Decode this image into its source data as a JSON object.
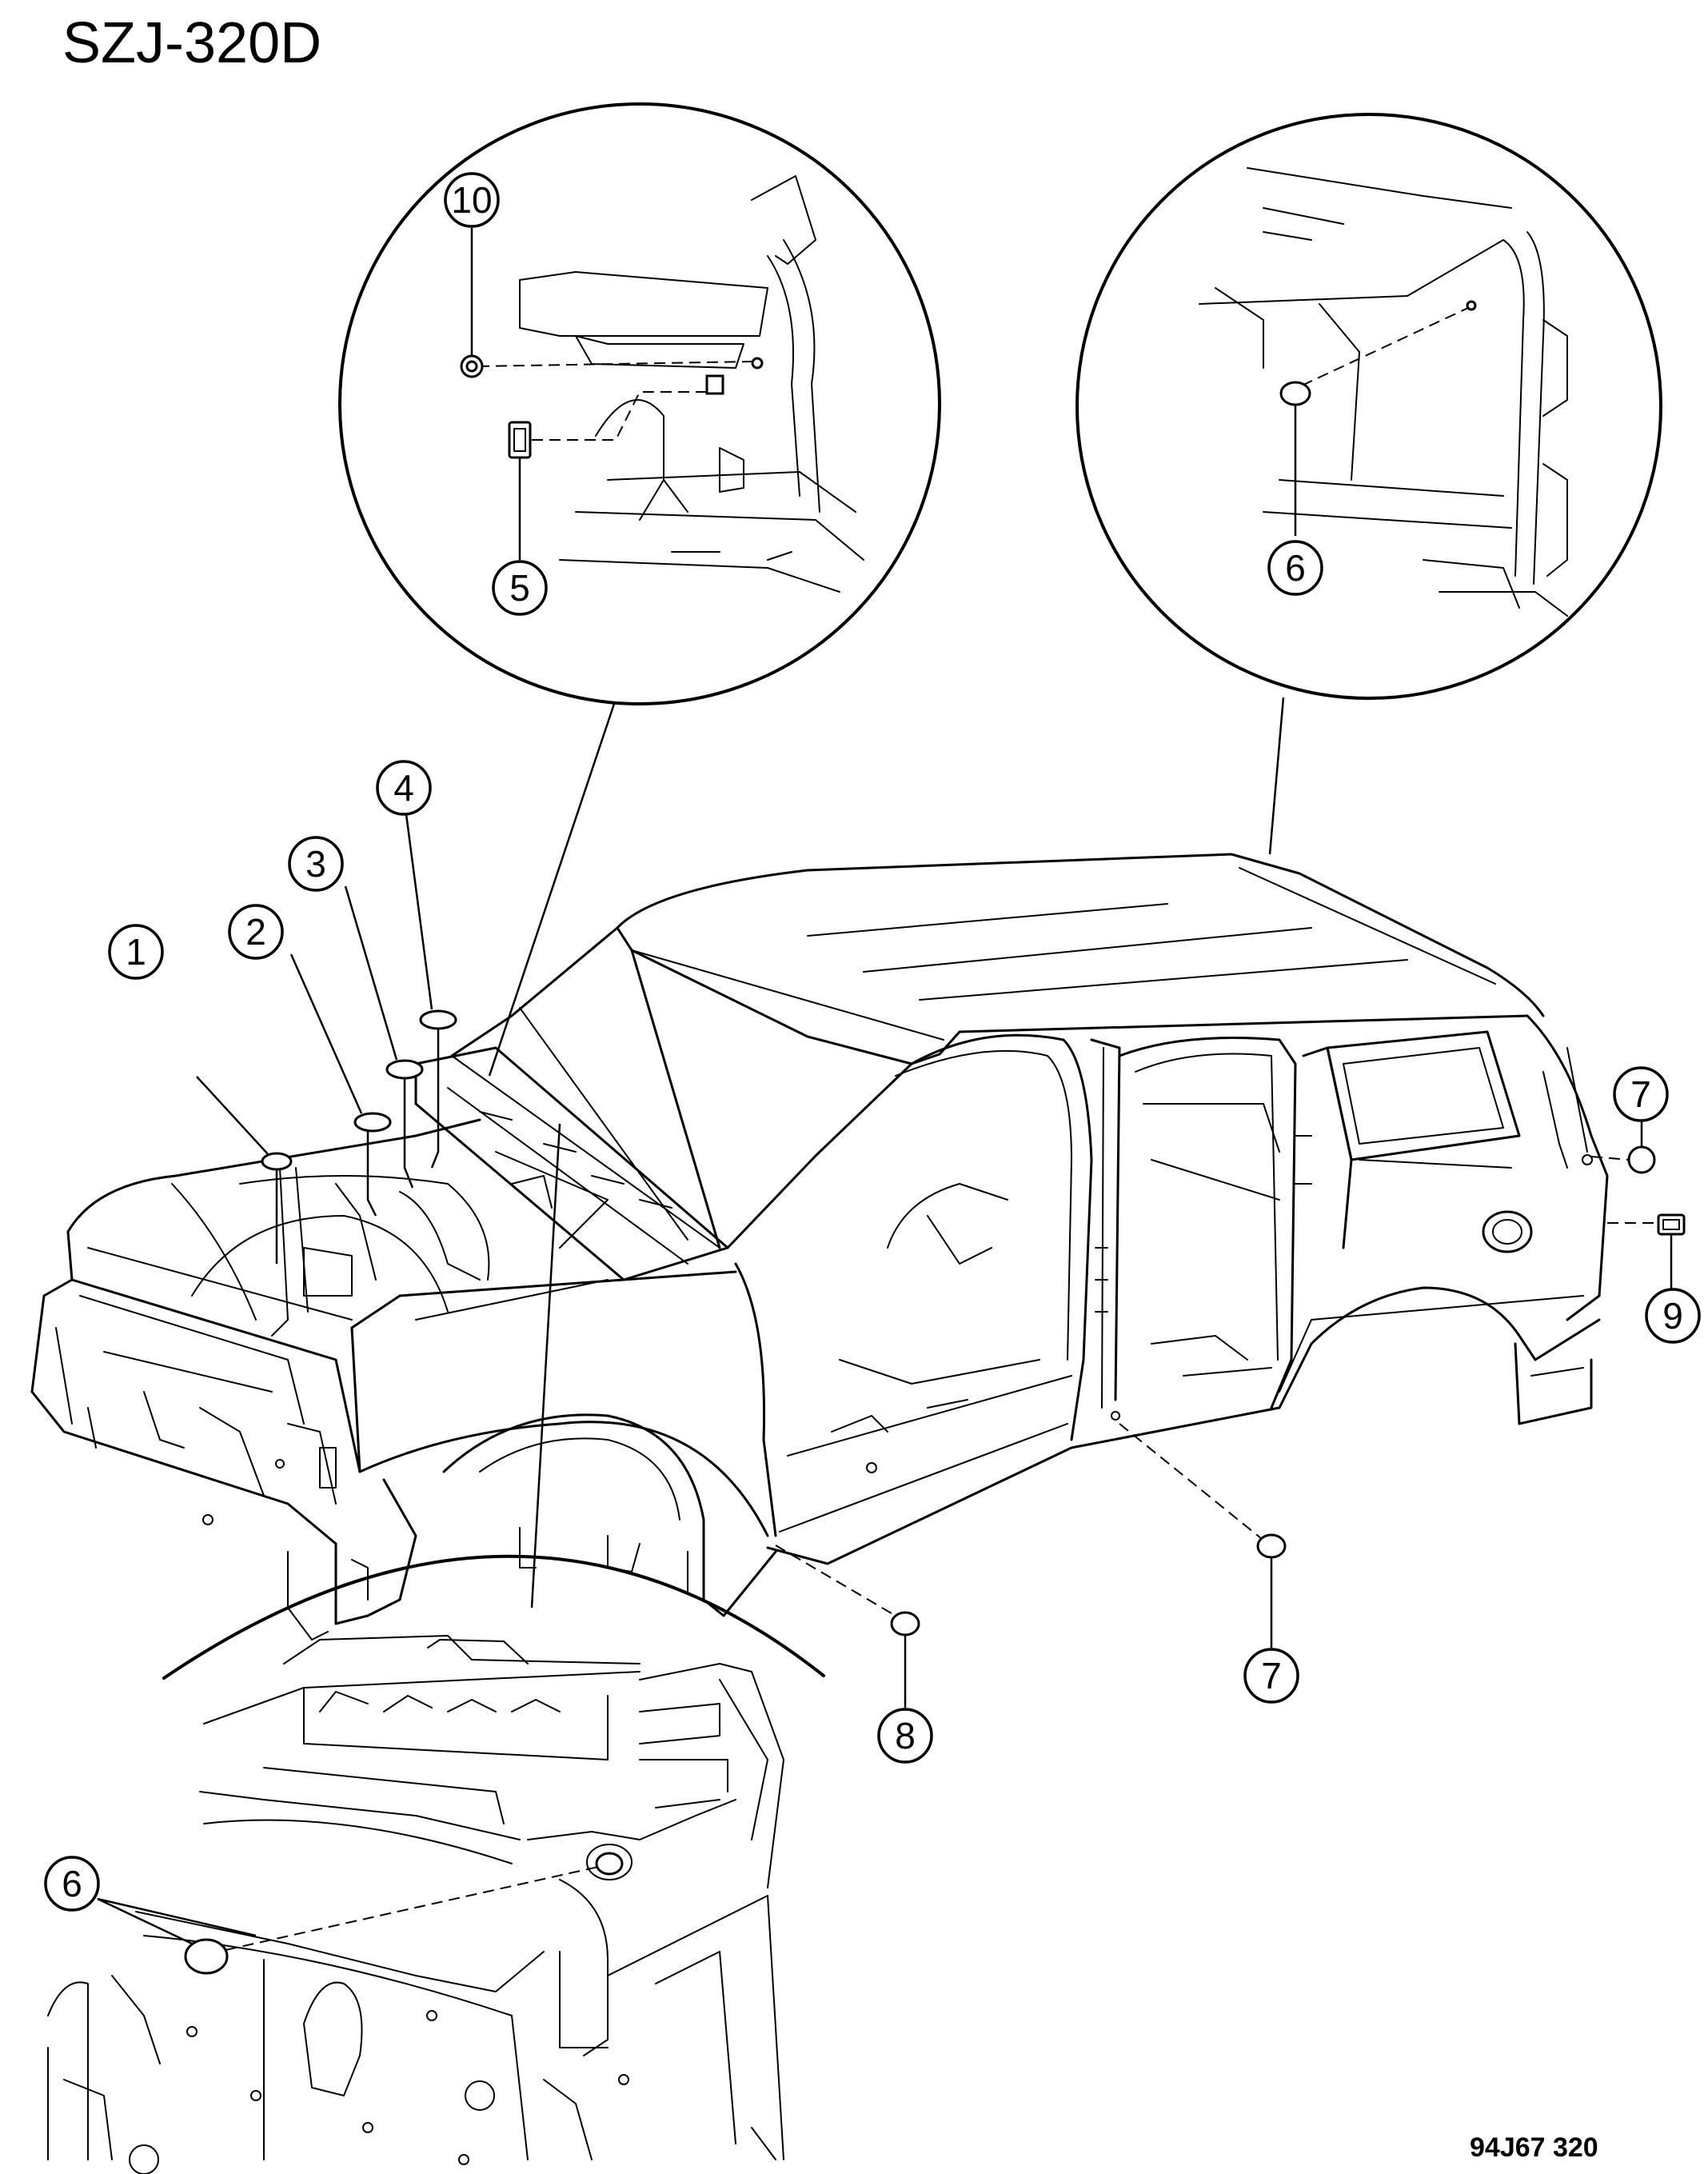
{
  "title": "SZJ-320D",
  "drawing_code": "94J67  320",
  "callouts": [
    {
      "id": "c1",
      "label": "1"
    },
    {
      "id": "c2",
      "label": "2"
    },
    {
      "id": "c3",
      "label": "3"
    },
    {
      "id": "c4",
      "label": "4"
    },
    {
      "id": "c5",
      "label": "5"
    },
    {
      "id": "c6a",
      "label": "6"
    },
    {
      "id": "c6b",
      "label": "6"
    },
    {
      "id": "c7a",
      "label": "7"
    },
    {
      "id": "c7b",
      "label": "7"
    },
    {
      "id": "c8",
      "label": "8"
    },
    {
      "id": "c9",
      "label": "9"
    },
    {
      "id": "c10",
      "label": "10"
    }
  ]
}
